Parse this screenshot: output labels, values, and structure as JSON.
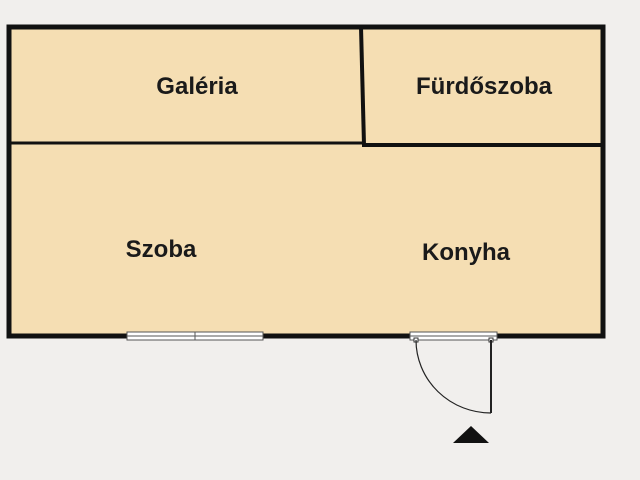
{
  "floorplan": {
    "rooms": [
      {
        "id": "galeria",
        "label": "Galéria"
      },
      {
        "id": "furdoszoba",
        "label": "Fürdőszoba"
      },
      {
        "id": "szoba",
        "label": "Szoba"
      },
      {
        "id": "konyha",
        "label": "Konyha"
      }
    ],
    "colors": {
      "floor": "#f5deb3",
      "wall": "#111111",
      "background": "#f1efed",
      "window": "#ffffff"
    },
    "markers": [
      {
        "name": "entrance-arrow-icon"
      }
    ]
  }
}
